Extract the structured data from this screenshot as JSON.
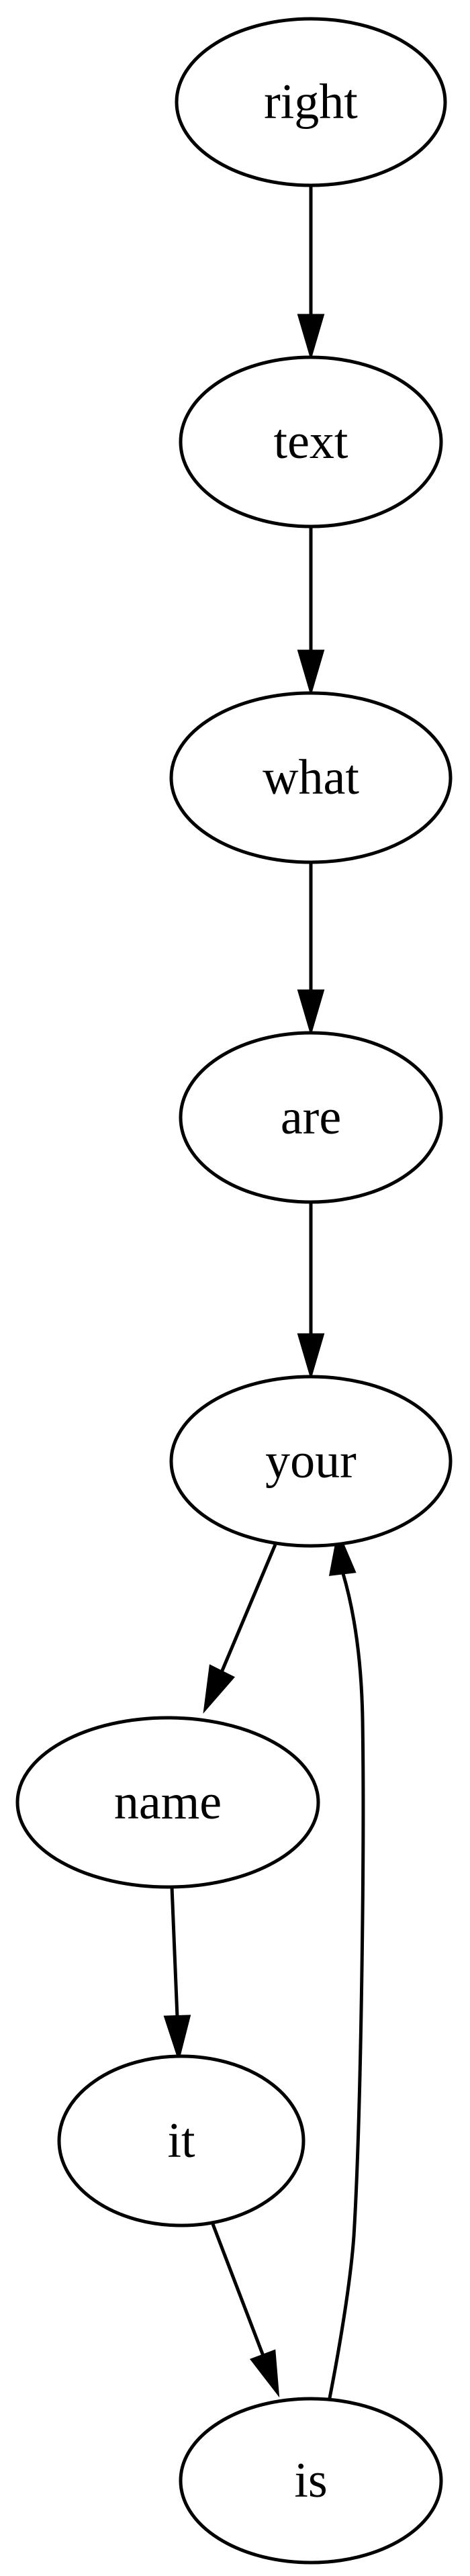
{
  "nodes": [
    {
      "id": "right",
      "label": "right"
    },
    {
      "id": "text",
      "label": "text"
    },
    {
      "id": "what",
      "label": "what"
    },
    {
      "id": "are",
      "label": "are"
    },
    {
      "id": "your",
      "label": "your"
    },
    {
      "id": "name",
      "label": "name"
    },
    {
      "id": "it",
      "label": "it"
    },
    {
      "id": "is",
      "label": "is"
    }
  ],
  "edges": [
    {
      "from": "right",
      "to": "text"
    },
    {
      "from": "text",
      "to": "what"
    },
    {
      "from": "what",
      "to": "are"
    },
    {
      "from": "are",
      "to": "your"
    },
    {
      "from": "your",
      "to": "name"
    },
    {
      "from": "name",
      "to": "it"
    },
    {
      "from": "it",
      "to": "is"
    },
    {
      "from": "is",
      "to": "your"
    }
  ]
}
